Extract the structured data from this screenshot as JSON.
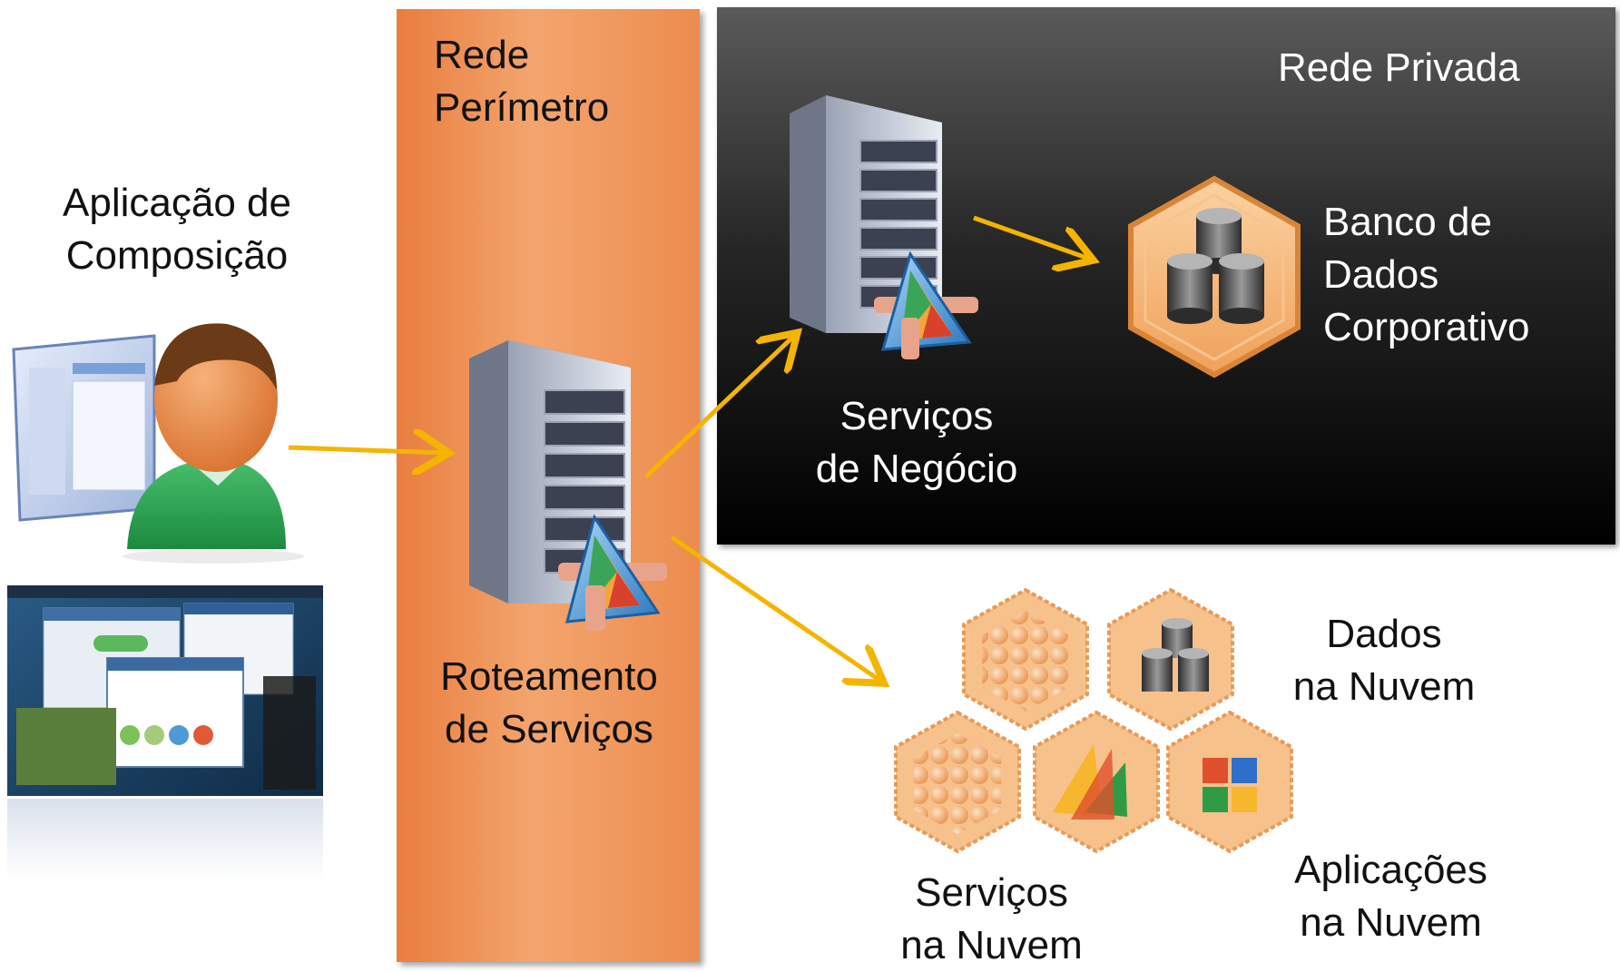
{
  "zones": {
    "perimeter_title": [
      "Rede",
      "Perímetro"
    ],
    "private_title": "Rede Privada"
  },
  "nodes": {
    "composition_app": [
      "Aplicação de",
      "Composição"
    ],
    "service_routing": [
      "Roteamento",
      "de Serviços"
    ],
    "business_services": [
      "Serviços",
      "de Negócio"
    ],
    "corporate_db": [
      "Banco de",
      "Dados",
      "Corporativo"
    ],
    "cloud_data": [
      "Dados",
      "na Nuvem"
    ],
    "cloud_services": [
      "Serviços",
      "na Nuvem"
    ],
    "cloud_apps": [
      "Aplicações",
      "na Nuvem"
    ]
  },
  "colors": {
    "arrow": "#f5b400",
    "perimeter": "#ec8c4e",
    "private_top": "#5a5a5a",
    "private_bottom": "#000000",
    "hex_fill": "#f7b97a"
  },
  "icons": [
    "user-icon",
    "desktop-screenshot-icon",
    "server-icon",
    "database-icon",
    "cloud-hex-icon",
    "dynamics-icon",
    "office-icon"
  ]
}
